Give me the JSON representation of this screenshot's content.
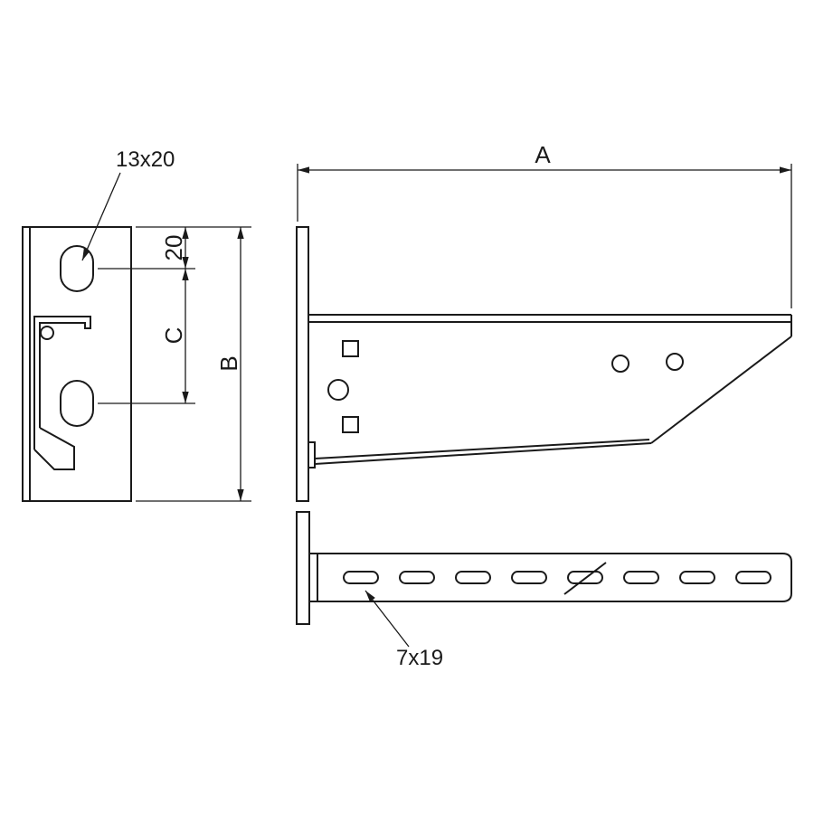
{
  "page": {
    "background": "#ffffff"
  },
  "drawing": {
    "line_color": "#1a1a1a",
    "labels": {
      "slot_front": "13x20",
      "dim_offset": "20",
      "dim_c": "C",
      "dim_b": "B",
      "dim_a": "A",
      "slot_arm": "7x19"
    }
  }
}
